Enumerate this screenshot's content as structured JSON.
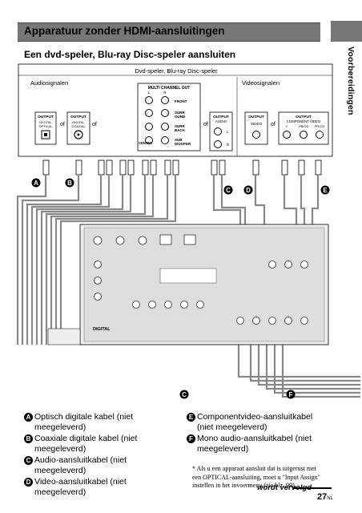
{
  "header": {
    "title": "Apparatuur zonder HDMI-aansluitingen",
    "side_label": "Voorbereidingen"
  },
  "section": {
    "subtitle": "Een dvd-speler, Blu-ray Disc-speler aansluiten"
  },
  "player": {
    "label": "Dvd-speler, Blu-ray Disc-speler",
    "audio_label": "Audiosignalen",
    "video_label": "Videosignalen",
    "or_text": "of",
    "output_word": "OUTPUT",
    "digital_optical": "DIGITAL\nOPTICAL",
    "digital_coaxial": "DIGITAL\nCOAXIAL",
    "multi_channel_out": "MULTI CHANNEL OUT",
    "ch_front": "FRONT",
    "ch_surround": "SURR\nOUND",
    "ch_surr_back": "SURR\nBACK",
    "ch_center": "CENTER",
    "ch_sub": "SUB\nWOOFER",
    "audio_out": "AUDIO",
    "video_out": "VIDEO",
    "component_video": "COMPONENT VIDEO",
    "y": "Y",
    "pb": "PB/CB",
    "pr": "PR/CR",
    "l": "L",
    "r": "R"
  },
  "receiver": {
    "digital_label": "DIGITAL"
  },
  "legend": {
    "left": [
      {
        "letter": "A",
        "text": "Optisch digitale kabel (niet meegeleverd)"
      },
      {
        "letter": "B",
        "text": "Coaxiale digitale kabel (niet meegeleverd)"
      },
      {
        "letter": "C",
        "text": "Audio-aansluitkabel (niet meegeleverd)"
      },
      {
        "letter": "D",
        "text": "Video-aansluitkabel (niet meegeleverd)"
      }
    ],
    "right": [
      {
        "letter": "E",
        "text": "Componentvideo-aansluitkabel (niet meegeleverd)"
      },
      {
        "letter": "F",
        "text": "Mono audio-aansluitkabel (niet meegeleverd)"
      }
    ]
  },
  "footnote": "* Als u een apparaat aansluit dat is uitgerust met een OPTICAL-aansluiting, moet u \"Input Assign\" instellen in het invoermenu (zie blz. 99).",
  "footer": {
    "continued": "wordt vervolgd",
    "page": "27",
    "lang": "NL"
  },
  "colors": {
    "title_bar": "#777777",
    "cable": "#888888",
    "badge": "#000000"
  }
}
